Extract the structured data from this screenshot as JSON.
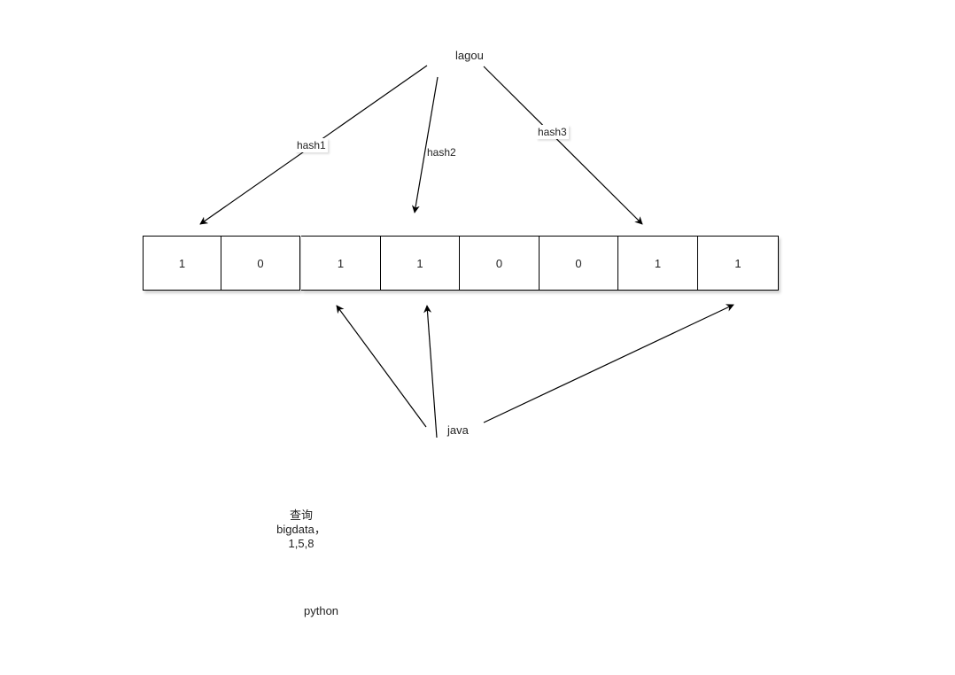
{
  "nodes": {
    "lagou": "lagou",
    "java": "java",
    "python": "python"
  },
  "edges": {
    "hash1": "hash1",
    "hash2": "hash2",
    "hash3": "hash3"
  },
  "bit_array": [
    "1",
    "0",
    "1",
    "1",
    "0",
    "0",
    "1",
    "1"
  ],
  "query_note": "查询\nbigdata，\n1,5,8",
  "colors": {
    "line": "#000000",
    "text": "#222222",
    "background": "#ffffff"
  }
}
